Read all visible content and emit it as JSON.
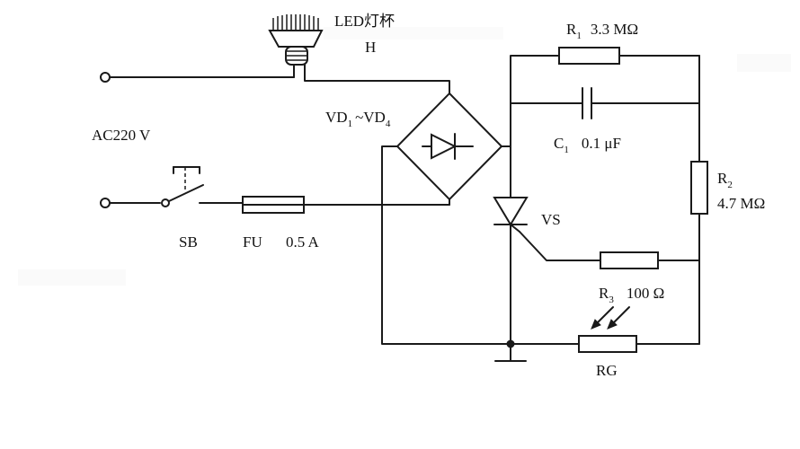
{
  "labels": {
    "lamp": "LED灯杯",
    "lamp_ref": "H",
    "supply": "AC220 V",
    "bridge_ref": "VD",
    "bridge_sub1": "1",
    "bridge_tilde": "~VD",
    "bridge_sub4": "4",
    "r1_ref": "R",
    "r1_sub": "1",
    "r1_value": "3.3 MΩ",
    "c1_ref": "C",
    "c1_sub": "1",
    "c1_value": "0.1 μF",
    "r2_ref": "R",
    "r2_sub": "2",
    "r2_value": "4.7 MΩ",
    "vs": "VS",
    "r3_ref": "R",
    "r3_sub": "3",
    "r3_value": "100 Ω",
    "sb": "SB",
    "fu": "FU",
    "fu_value": "0.5 A",
    "rg": "RG"
  }
}
